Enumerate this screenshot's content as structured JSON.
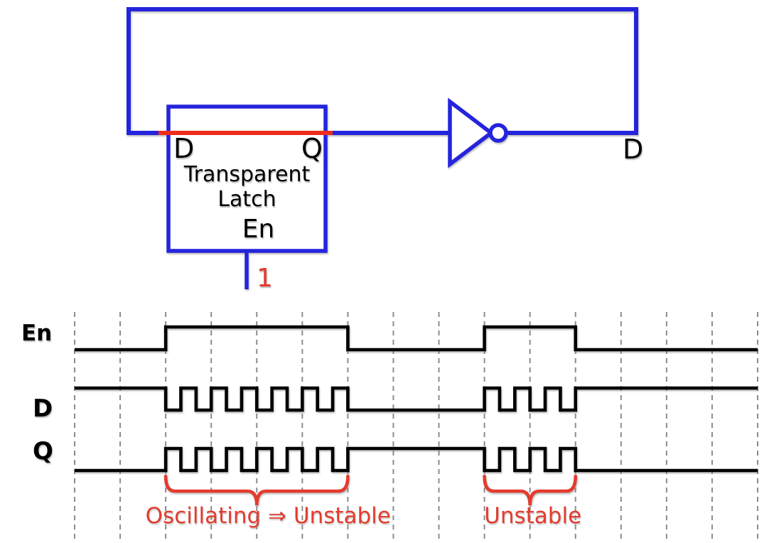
{
  "circuit": {
    "latch": {
      "d_label": "D",
      "q_label": "Q",
      "name_line1": "Transparent",
      "name_line2": "Latch",
      "en_label": "En",
      "en_value": "1"
    },
    "feedback_d_label": "D",
    "colors": {
      "wire": "#2424dd",
      "highlight": "#ee2c1e"
    }
  },
  "timing_diagram": {
    "time_range": [
      0,
      15
    ],
    "signals": [
      {
        "label": "En",
        "transitions": [
          [
            0,
            0
          ],
          [
            2,
            1
          ],
          [
            6,
            0
          ],
          [
            9,
            1
          ],
          [
            11,
            0
          ]
        ]
      },
      {
        "label": "D",
        "transitions": [
          [
            0,
            1
          ],
          [
            2,
            0
          ],
          [
            2.333,
            1
          ],
          [
            2.667,
            0
          ],
          [
            3,
            1
          ],
          [
            3.333,
            0
          ],
          [
            3.667,
            1
          ],
          [
            4,
            0
          ],
          [
            4.333,
            1
          ],
          [
            4.667,
            0
          ],
          [
            5,
            1
          ],
          [
            5.333,
            0
          ],
          [
            5.667,
            1
          ],
          [
            6,
            0
          ],
          [
            9,
            1
          ],
          [
            9.333,
            0
          ],
          [
            9.667,
            1
          ],
          [
            10,
            0
          ],
          [
            10.333,
            1
          ],
          [
            10.667,
            0
          ],
          [
            11,
            1
          ]
        ]
      },
      {
        "label": "Q",
        "transitions": [
          [
            0,
            0
          ],
          [
            2,
            1
          ],
          [
            2.333,
            0
          ],
          [
            2.667,
            1
          ],
          [
            3,
            0
          ],
          [
            3.333,
            1
          ],
          [
            3.667,
            0
          ],
          [
            4,
            1
          ],
          [
            4.333,
            0
          ],
          [
            4.667,
            1
          ],
          [
            5,
            0
          ],
          [
            5.333,
            1
          ],
          [
            5.667,
            0
          ],
          [
            6,
            1
          ],
          [
            9,
            0
          ],
          [
            9.333,
            1
          ],
          [
            9.667,
            0
          ],
          [
            10,
            1
          ],
          [
            10.333,
            0
          ],
          [
            10.667,
            1
          ],
          [
            11,
            0
          ]
        ]
      }
    ],
    "annotations": [
      {
        "span": [
          2,
          6
        ],
        "label": "Oscillating ⇒ Unstable"
      },
      {
        "span": [
          9,
          11
        ],
        "label": "Unstable"
      }
    ],
    "colors": {
      "signal": "#000000",
      "grid": "#8c8c8c",
      "annotation": "#e43b2e"
    }
  }
}
